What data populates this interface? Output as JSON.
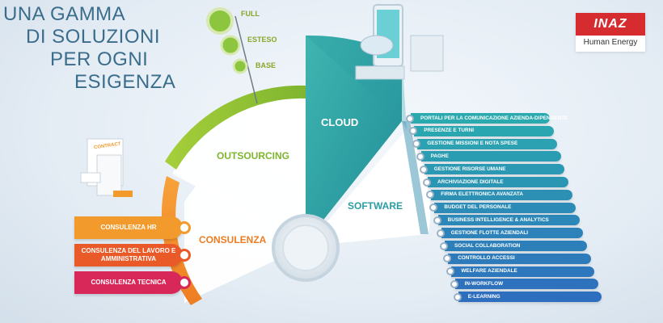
{
  "headline": [
    "UNA GAMMA",
    "DI SOLUZIONI",
    "PER OGNI",
    "ESIGENZA"
  ],
  "logo": {
    "brand": "INAZ",
    "tagline": "Human Energy"
  },
  "levels": [
    "FULL",
    "ESTESO",
    "BASE"
  ],
  "segments": {
    "outsourcing": "OUTSOURCING",
    "cloud": "CLOUD",
    "software": "SOFTWARE",
    "consulenza": "CONSULENZA"
  },
  "doc_label": "CONTRACT",
  "consulenza_items": [
    {
      "label": "CONSULENZA HR",
      "color": "#f39a2c"
    },
    {
      "label": "CONSULENZA DEL LAVORO E AMMINISTRATIVA",
      "color": "#ea5a28"
    },
    {
      "label": "CONSULENZA TECNICA",
      "color": "#d8285a"
    }
  ],
  "software_items": [
    "PORTALI PER LA COMUNICAZIONE AZIENDA-DIPENDENTE",
    "PRESENZE E TURNI",
    "GESTIONE MISSIONI E NOTA SPESE",
    "PAGHE",
    "GESTIONE RISORSE UMANE",
    "ARCHIVIAZIONE DIGITALE",
    "FIRMA ELETTRONICA AVANZATA",
    "BUDGET DEL PERSONALE",
    "BUSINESS INTELLIGENCE & ANALYTICS",
    "GESTIONE FLOTTE AZIENDALI",
    "SOCIAL COLLABORATION",
    "CONTROLLO ACCESSI",
    "WELFARE AZIENDALE",
    "IN-WORKFLOW",
    "E-LEARNING"
  ],
  "colors": {
    "outsourcing": "#8cc63f",
    "cloud": "#2a9da3",
    "software": "#3a8fb0",
    "consulenza": "#f39a2c",
    "headline": "#3a6d8c",
    "brand_red": "#d62b2f"
  }
}
